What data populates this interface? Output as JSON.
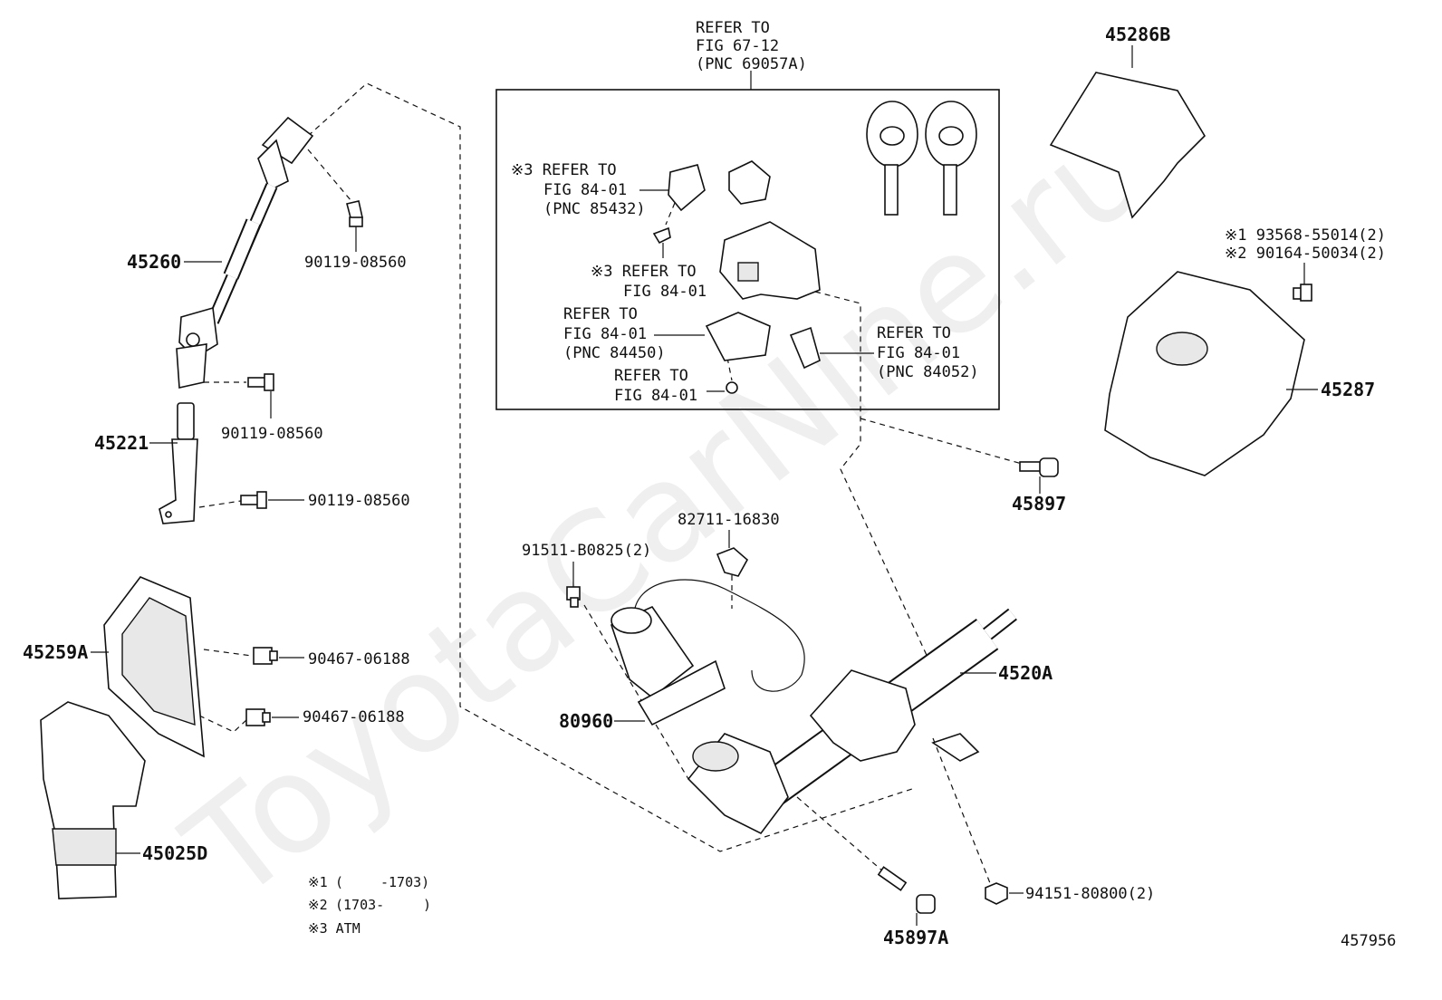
{
  "watermark": "ToyotaCarNine.ru",
  "figure_number": "457956",
  "box_label": {
    "l1": "REFER TO",
    "l2": "FIG 67-12",
    "l3": "(PNC 69057A)"
  },
  "parts": {
    "p45260": "45260",
    "p45221": "45221",
    "p45259A": "45259A",
    "p45025D": "45025D",
    "p45286B": "45286B",
    "p45287": "45287",
    "p45897": "45897",
    "p45897A": "45897A",
    "p4520A": "4520A",
    "p80960": "80960",
    "bolt_a": "90119-08560",
    "bolt_b": "90119-08560",
    "bolt_c": "90119-08560",
    "clip_a": "90467-06188",
    "clip_b": "90467-06188",
    "clamp": "82711-16830",
    "screw": "91511-B0825(2)",
    "nut": "94151-80800(2)",
    "cover_screw_1": "※1 93568-55014(2)",
    "cover_screw_2": "※2 90164-50034(2)"
  },
  "refs": {
    "r85432": {
      "l1": "※3 REFER TO",
      "l2": "FIG 84-01",
      "l3": "(PNC 85432)"
    },
    "r3fig": {
      "l1": "※3 REFER TO",
      "l2": "FIG 84-01"
    },
    "r84450": {
      "l1": "REFER TO",
      "l2": "FIG 84-01",
      "l3": "(PNC 84450)"
    },
    "rfig": {
      "l1": "REFER TO",
      "l2": "FIG 84-01"
    },
    "r84052": {
      "l1": "REFER TO",
      "l2": "FIG 84-01",
      "l3": "(PNC 84052)"
    }
  },
  "notes": {
    "n1_mark": "※1",
    "n1_open": "(",
    "n1_range": "-1703)",
    "n2_mark": "※2",
    "n2_range": "(1703-",
    "n2_close": ")",
    "n3": "※3 ATM"
  }
}
